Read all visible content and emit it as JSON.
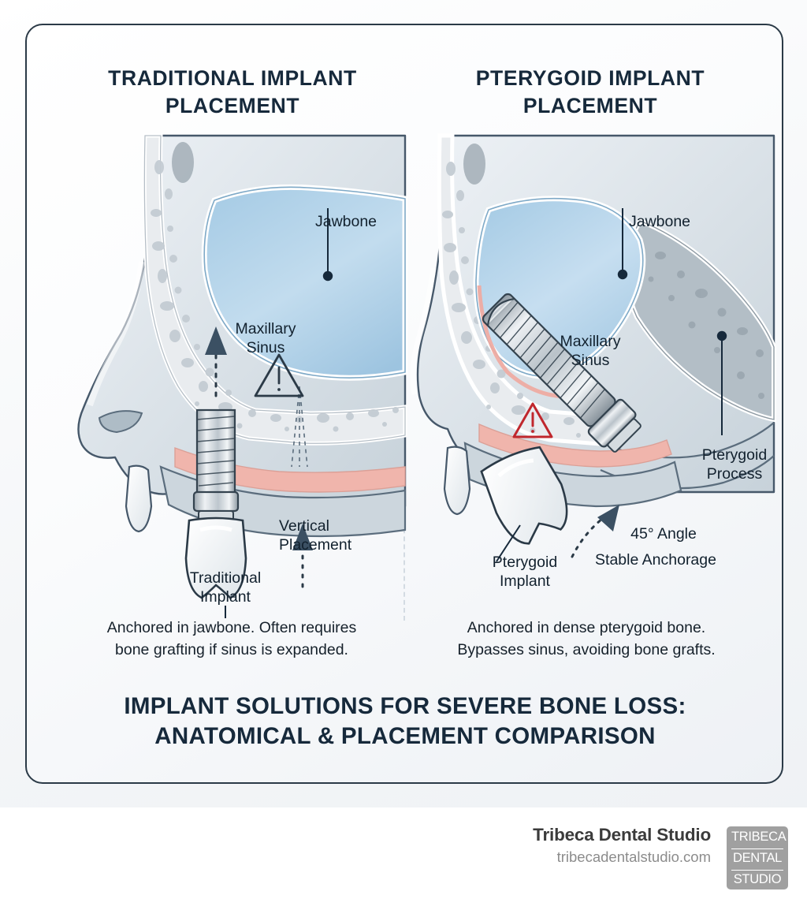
{
  "panels": [
    {
      "id": "traditional",
      "heading": "TRADITIONAL\nIMPLANT PLACEMENT",
      "labels": {
        "jawbone": "Jawbone",
        "sinus": "Maxillary\nSinus",
        "implant": "Traditional\nImplant",
        "placement": "Vertical\nPlacement"
      },
      "warning_color": "#2b3a47",
      "caption": "Anchored in jawbone. Often requires\nbone grafting if sinus is expanded."
    },
    {
      "id": "pterygoid",
      "heading": "PTERYGOID\nIMPLANT PLACEMENT",
      "labels": {
        "jawbone": "Jawbone",
        "sinus": "Maxillary\nSinus",
        "process": "Pterygoid\nProcess",
        "implant": "Pterygoid\nImplant",
        "angle": "45° Angle",
        "anchorage": "Stable Anchorage"
      },
      "warning_color": "#c0272d",
      "caption": "Anchored in dense pterygoid bone.\nBypasses sinus, avoiding bone grafts."
    }
  ],
  "main_title": "IMPLANT SOLUTIONS FOR SEVERE BONE LOSS:\nANATOMICAL & PLACEMENT COMPARISON",
  "footer": {
    "brand_name": "Tribeca Dental Studio",
    "brand_url": "tribecadentalstudio.com",
    "logo_lines": [
      "TRIBECA",
      "DENTAL",
      "STUDIO"
    ]
  },
  "colors": {
    "ink": "#16293b",
    "border": "#2b3a47",
    "sinus_fill": "#b6d6ea",
    "bone_fill": "#e8ebee",
    "gum": "#f0b5ac",
    "metal": "#c9d0d6",
    "warning_red": "#c0272d",
    "logo_gray": "#a0a0a0"
  }
}
